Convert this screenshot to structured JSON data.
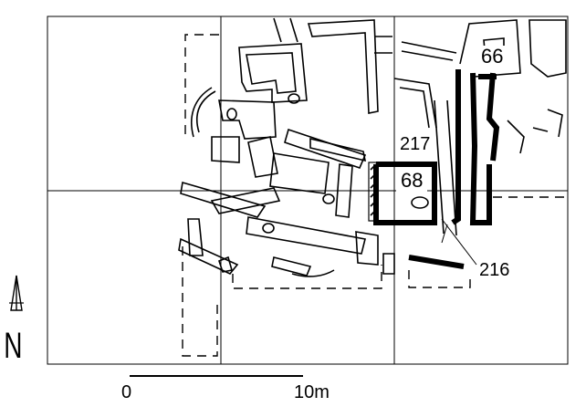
{
  "plan": {
    "labels": {
      "room_66": "66",
      "room_68": "68",
      "room_216": "216",
      "room_217": "217"
    },
    "north_arrow": {
      "letter": "N"
    },
    "scale_bar": {
      "start": "0",
      "end": "10m"
    }
  }
}
